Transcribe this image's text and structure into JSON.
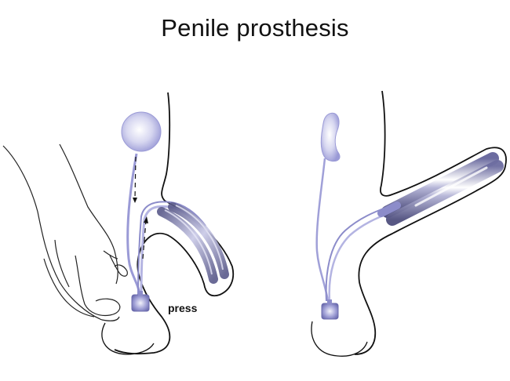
{
  "title": "Penile prosthesis",
  "labels": {
    "press": "press"
  },
  "panels": [
    {
      "id": "left",
      "state": "deflated",
      "components": [
        "reservoir",
        "pump",
        "cylinders",
        "tubing",
        "hand"
      ],
      "arrows": [
        "reservoir-to-pump",
        "pump-to-cylinders"
      ]
    },
    {
      "id": "right",
      "state": "inflated",
      "components": [
        "reservoir",
        "pump",
        "cylinders",
        "tubing"
      ]
    }
  ],
  "colors": {
    "device_fill": "#a9a9dc",
    "device_dark": "#6e6ea6",
    "device_light": "#e6e6f6",
    "outline": "#111111"
  }
}
